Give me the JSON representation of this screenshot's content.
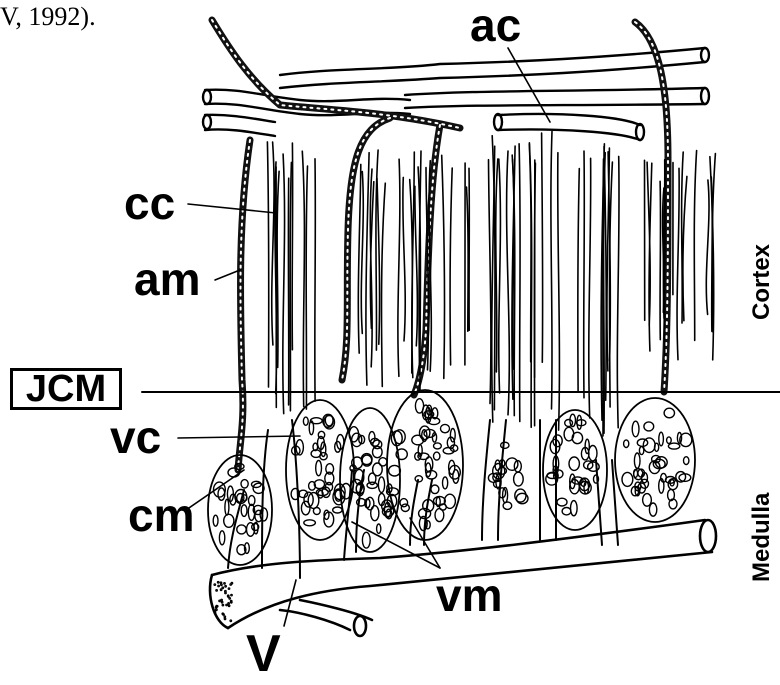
{
  "citation": "V, 1992).",
  "labels": {
    "ac": "ac",
    "cc": "cc",
    "am": "am",
    "jcm": "JCM",
    "vc": "vc",
    "cm": "cm",
    "vm": "vm",
    "v": "V",
    "cortex": "Cortex",
    "medulla": "Medulla"
  },
  "colors": {
    "ink": "#000000",
    "paper": "#ffffff"
  }
}
